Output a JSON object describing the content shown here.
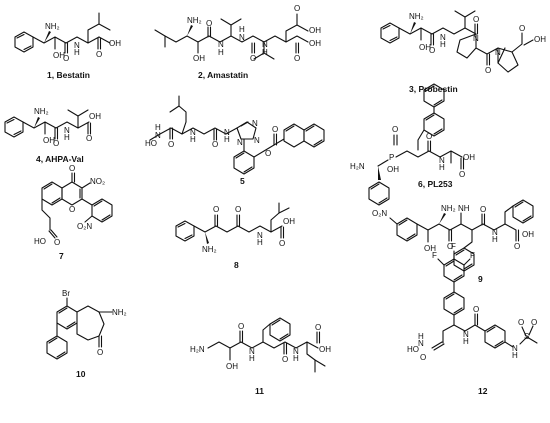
{
  "compounds": [
    {
      "caption": "1, Bestatin"
    },
    {
      "caption": "2, Amastatin"
    },
    {
      "caption": "3, Probestin"
    },
    {
      "caption": "4, AHPA-Val"
    },
    {
      "caption": "5"
    },
    {
      "caption": "6, PL253"
    },
    {
      "caption": "7"
    },
    {
      "caption": "8"
    },
    {
      "caption": "9"
    },
    {
      "caption": "10"
    },
    {
      "caption": "11"
    },
    {
      "caption": "12"
    }
  ],
  "atoms": {
    "nh2": "NH₂",
    "h2n": "H₂N",
    "oh": "OH",
    "ho": "HO",
    "o": "O",
    "n": "N",
    "h": "H",
    "nh": "NH",
    "no2": "NO₂",
    "o2n": "O₂N",
    "p": "P",
    "f": "F",
    "br": "Br",
    "s": "S",
    "hon": "HO-N",
    "noh": "N"
  }
}
